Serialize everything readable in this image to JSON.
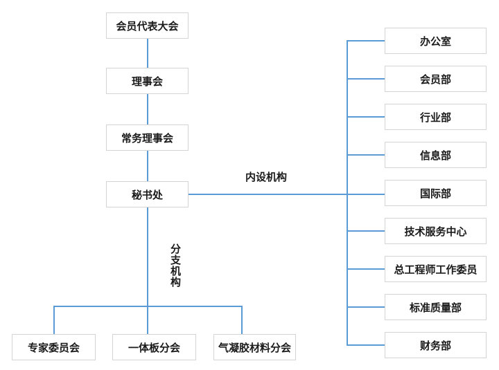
{
  "org_chart": {
    "governance_chain": [
      {
        "label": "会员代表大会"
      },
      {
        "label": "理事会"
      },
      {
        "label": "常务理事会"
      },
      {
        "label": "秘书处"
      }
    ],
    "internal_departments_label": "内设机构",
    "internal_departments": [
      {
        "label": "办公室"
      },
      {
        "label": "会员部"
      },
      {
        "label": "行业部"
      },
      {
        "label": "信息部"
      },
      {
        "label": "国际部"
      },
      {
        "label": "技术服务中心"
      },
      {
        "label": "总工程师工作委员"
      },
      {
        "label": "标准质量部"
      },
      {
        "label": "财务部"
      }
    ],
    "branches_label": "分支机构",
    "branches": [
      {
        "label": "专家委员会"
      },
      {
        "label": "一体板分会"
      },
      {
        "label": "气凝胶材料分会"
      }
    ],
    "colors": {
      "connector_line": "#5B9BD5",
      "box_border": "#D4D4D4",
      "text": "#1A1A1A",
      "background": "#FFFFFF"
    }
  }
}
